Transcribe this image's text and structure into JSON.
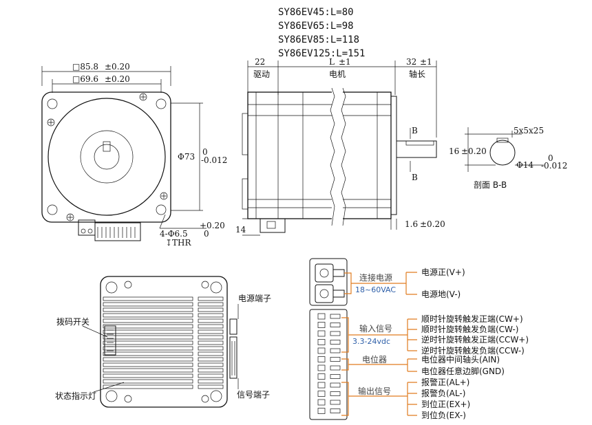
{
  "models": [
    "SY86EV45:L=80",
    "SY86EV65:L=98",
    "SY86EV85:L=118",
    "SY86EV125:L=151"
  ],
  "front_view": {
    "dim_outer": "□85.8",
    "dim_outer_tol": "±0.20",
    "dim_inner": "□69.6",
    "dim_inner_tol": "±0.20",
    "dim_dia": "Φ73",
    "dim_dia_tol_upper": "0",
    "dim_dia_tol_lower": "-0.012",
    "hole_dim": "4-Φ6.5",
    "hole_tol_upper": "+0.20",
    "hole_tol_lower": "0",
    "thr": "↧THR"
  },
  "side_view": {
    "drive_len": "22",
    "drive_label": "驱动",
    "motor_len": "L",
    "motor_len_tol": "±1",
    "motor_label": "电机",
    "shaft_len": "32",
    "shaft_len_tol": "±1",
    "shaft_label": "轴长",
    "dim_14": "14",
    "dim_flange": "1.6",
    "dim_flange_tol": "±0.20",
    "section_mark": "B"
  },
  "section_view": {
    "key_dim": "5x5x25",
    "height_dim": "16",
    "height_tol": "±0.20",
    "shaft_dia": "Φ14",
    "shaft_tol_upper": "0",
    "shaft_tol_lower": "-0.012",
    "title": "剖面 B-B"
  },
  "back_view": {
    "dip_switch": "拨码开关",
    "status_led": "状态指示灯",
    "power_terminal": "电源端子",
    "signal_terminal": "信号端子"
  },
  "wiring": {
    "power_group": "连接电源",
    "power_voltage": "18~60VAC",
    "power_pins": [
      "电源正(V+)",
      "电源地(V-)"
    ],
    "input_group": "输入信号",
    "input_voltage": "3.3-24vdc",
    "input_pins": [
      "顺时针旋转触发正端(CW+)",
      "顺时针旋转触发负端(CW-)",
      "逆时针旋转触发正端(CCW+)",
      "逆时针旋转触发负端(CCW-)"
    ],
    "pot_group": "电位器",
    "pot_pins": [
      "电位器中间轴头(AIN)",
      "电位器任意边脚(GND)"
    ],
    "output_group": "输出信号",
    "output_pins": [
      "报警正(AL+)",
      "报警负(AL-)",
      "到位正(EX+)",
      "到位负(EX-)"
    ]
  },
  "colors": {
    "line": "#111111",
    "accent": "#e07b1f",
    "voltage": "#2d5ea8"
  }
}
